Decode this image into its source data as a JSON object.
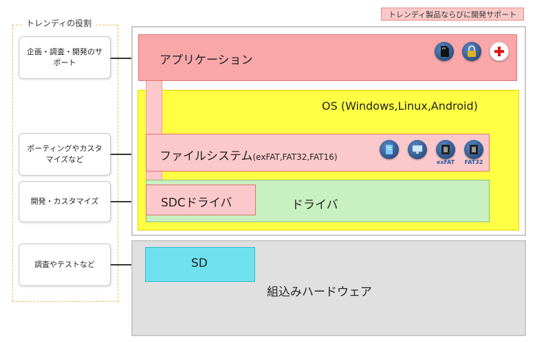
{
  "roles": {
    "title": "トレンディの役割",
    "items": [
      {
        "label": "企画・調査・開発のサポート"
      },
      {
        "label": "ポーティングやカスタマイズなど"
      },
      {
        "label": "開発・カスタマイズ"
      },
      {
        "label": "調査やテストなど"
      }
    ]
  },
  "brand_tag": "トレンディ製品ならびに開発サポート",
  "layers": {
    "application": "アプリケーション",
    "os": "OS (Windows,Linux,Android)",
    "filesystem": "ファイルシステム",
    "filesystem_detail": "(exFAT,FAT32,FAT16)",
    "driver": "ドライバ",
    "sdc_driver": "SDCドライバ",
    "sd": "SD",
    "hardware": "組込みハードウェア"
  },
  "icons": {
    "app": [
      "sd-card-icon",
      "padlock-icon",
      "red-cross-icon"
    ],
    "fs": [
      {
        "name": "documents-icon",
        "caption": ""
      },
      {
        "name": "monitor-icon",
        "caption": ""
      },
      {
        "name": "film-exfat-icon",
        "caption": "exFAT"
      },
      {
        "name": "film-fat32-icon",
        "caption": "FAT32"
      }
    ]
  }
}
